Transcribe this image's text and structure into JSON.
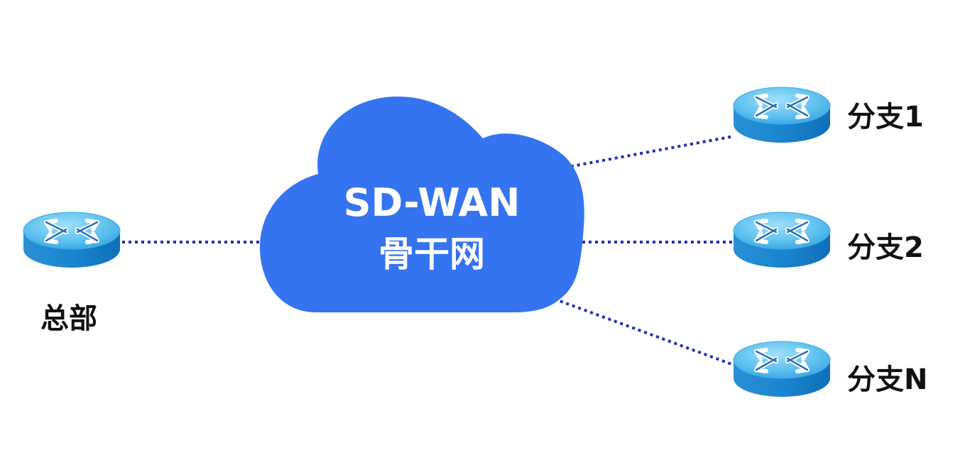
{
  "cloud": {
    "title": "SD-WAN",
    "subtitle": "骨干网"
  },
  "headquarters": {
    "label": "总部",
    "icon": "router-icon"
  },
  "branches": [
    {
      "label": "分支1",
      "icon": "router-icon"
    },
    {
      "label": "分支2",
      "icon": "router-icon"
    },
    {
      "label": "分支N",
      "icon": "router-icon"
    }
  ],
  "colors": {
    "cloud": "#3574f0",
    "link": "#1f2fb5",
    "router_top": "#5cc0ee",
    "router_side": "#1a86cf",
    "label": "#111111"
  }
}
